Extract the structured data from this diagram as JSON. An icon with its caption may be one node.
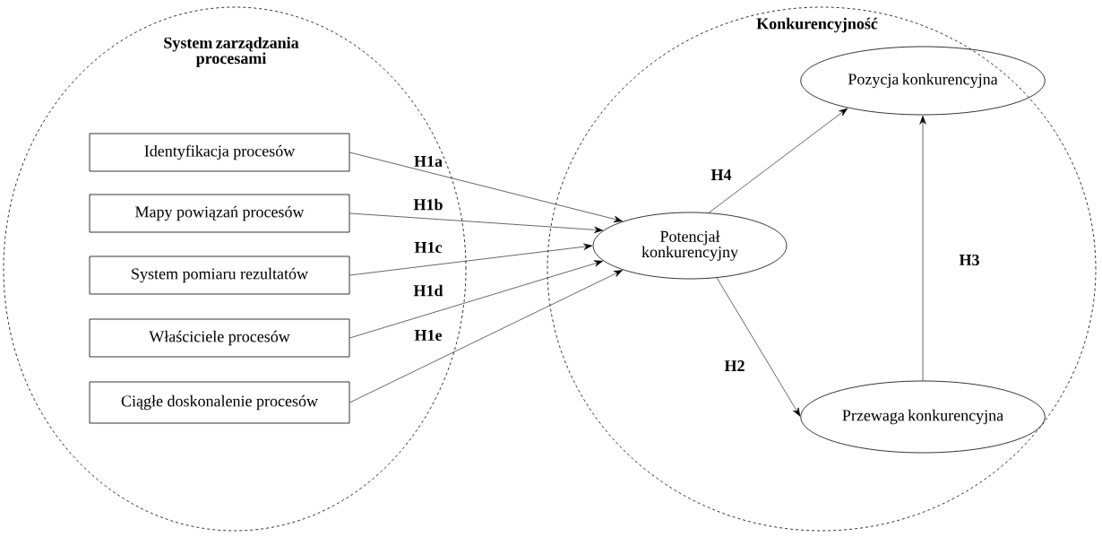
{
  "diagram": {
    "nodes": [
      {
        "text": [
          "System zarządzania procesami"
        ]
      },
      {
        "text": [
          "Konkurencyjność"
        ]
      },
      {
        "text": [
          "Identyfikacja procesów"
        ],
        "in": 0
      },
      {
        "text": [
          "Mapy powiązań procesów"
        ],
        "in": 0
      },
      {
        "text": [
          "System pomiaru rezultatów"
        ],
        "in": 0
      },
      {
        "text": [
          "Właściciele procesów"
        ],
        "in": 0
      },
      {
        "text": [
          "Ciągłe doskonalenie procesów"
        ],
        "in": 0
      },
      {
        "text": [
          "Potencjał konkurencyjny"
        ],
        "in": 1
      },
      {
        "text": [
          "Pozycja konkurencyjna"
        ],
        "in": 1
      },
      {
        "text": [
          "Przewaga konkurencyjna"
        ],
        "in": 1
      }
    ],
    "edges": [
      {
        "from": 2,
        "to": 7,
        "arrow": "to",
        "label": "H1a"
      },
      {
        "from": 3,
        "to": 7,
        "arrow": "to",
        "label": "H1b"
      },
      {
        "from": 4,
        "to": 7,
        "arrow": "to",
        "label": "H1c"
      },
      {
        "from": 5,
        "to": 7,
        "arrow": "to",
        "label": "H1d"
      },
      {
        "from": 6,
        "to": 7,
        "arrow": "to",
        "label": "H1e"
      },
      {
        "from": 7,
        "to": 8,
        "arrow": "to",
        "label": "H4"
      },
      {
        "from": 7,
        "to": 9,
        "arrow": "to",
        "label": "H2"
      },
      {
        "from": 9,
        "to": 8,
        "arrow": "to",
        "label": "H3"
      }
    ]
  }
}
